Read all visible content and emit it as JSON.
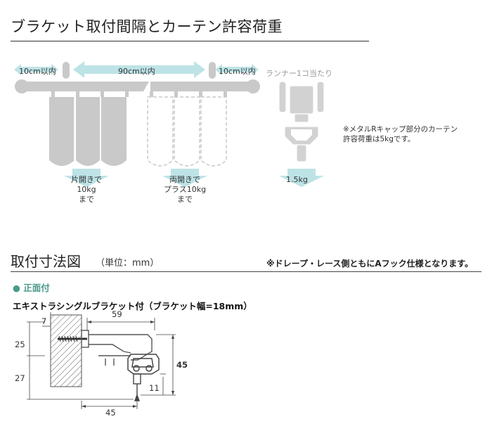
{
  "section1": {
    "title": "ブラケット取付間隔とカーテン許容荷重",
    "side_gap_left": "10cm以内",
    "center_gap": "90cm以内",
    "side_gap_right": "10cm以内",
    "runner_label": "ランナー1コ当たり",
    "single_load": [
      "片開きで",
      "10kg",
      "まで"
    ],
    "double_load": [
      "両開きで",
      "プラス10kg",
      "まで"
    ],
    "runner_load": "1.5kg",
    "note": [
      "※メタルRキャップ部分のカーテン",
      "許容荷重は5kgです。"
    ]
  },
  "section2": {
    "title": "取付寸法図",
    "unit": "（単位：mm）",
    "note": "※ドレープ・レース側ともにAフック仕様となります。",
    "mount_type": "● 正面付",
    "product": "エキストラシングルブラケット付（ブラケット幅=18mm）",
    "dims": {
      "top_width": "59",
      "wall_offset": "7",
      "upper_height": "25",
      "lower_height": "27",
      "total_height": "45",
      "hook_drop": "11",
      "bottom_width": "45"
    }
  },
  "colors": {
    "rail": "#c9c9c9",
    "arrow": "#bde3e6",
    "drawing": "#555555",
    "accent": "#4a9a8c"
  }
}
